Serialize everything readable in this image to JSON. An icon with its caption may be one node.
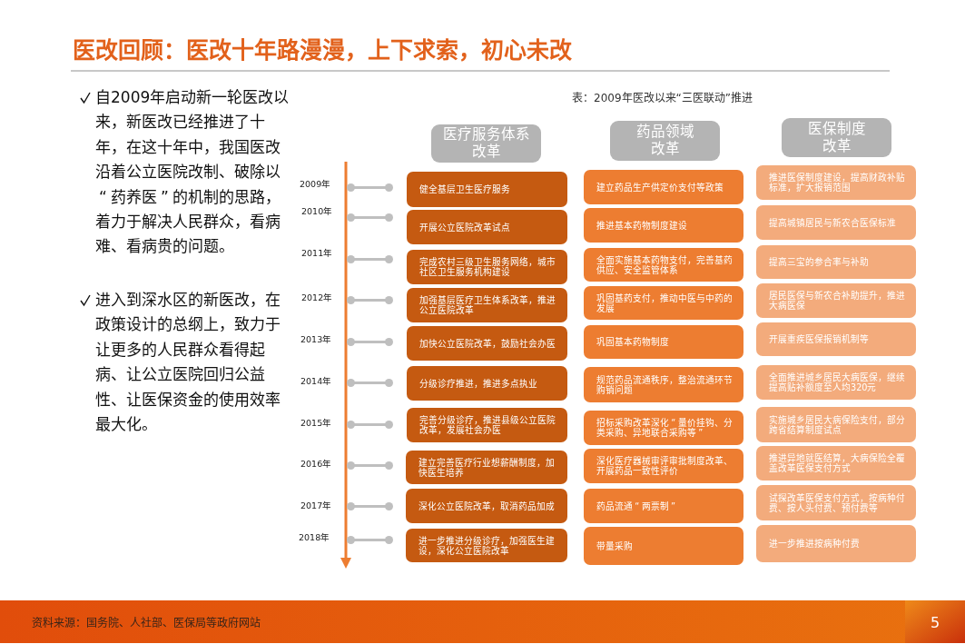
{
  "diagram": {
    "title": "医改回顾：医改十年路漫漫，上下求索，初心未改",
    "caption": "表：2009年医改以来“三医联动”推进",
    "nodes": [
      {
        "text": [
          "医疗服务体系改革"
        ]
      },
      {
        "text": [
          "药品领域改革"
        ]
      },
      {
        "text": [
          "医保制度改革"
        ]
      },
      {
        "text": [
          "健全基层卫生医疗服务"
        ]
      },
      {
        "text": [
          "建立药品生产供定价支付等政策"
        ]
      },
      {
        "text": [
          "推进医保制度建设，提高财政补贴标准，扩大报销范围"
        ]
      },
      {
        "text": [
          "开展公立医院改革试点"
        ]
      },
      {
        "text": [
          "推进基本药物制度建设"
        ]
      },
      {
        "text": [
          "提高城镇居民与新农合医保标准"
        ]
      },
      {
        "text": [
          "完成农村三级卫生服务网络，城市社区卫生服务机构建设"
        ]
      },
      {
        "text": [
          "全面实施基本药物支付，完善基药供应、安全监管体系"
        ]
      },
      {
        "text": [
          "提高三宝的参合率与补助"
        ]
      },
      {
        "text": [
          "加强基层医疗卫生体系改革，推进公立医院改革"
        ]
      },
      {
        "text": [
          "巩固基药支付，推动中医与中药的发展"
        ]
      },
      {
        "text": [
          "居民医保与新农合补助提升，推进大病医保"
        ]
      },
      {
        "text": [
          "加快公立医院改革，鼓励社会办医"
        ]
      },
      {
        "text": [
          "巩固基本药物制度"
        ]
      },
      {
        "text": [
          "开展重疾医保报销机制等"
        ]
      },
      {
        "text": [
          "分级诊疗推进，推进多点执业"
        ]
      },
      {
        "text": [
          "规范药品流通秩序，整治流通环节购销问题"
        ]
      },
      {
        "text": [
          "全面推进城乡居民大病医保，继续提高贴补额度至人均320元"
        ]
      },
      {
        "text": [
          "完善分级诊疗，推进县级公立医院改革，发展社会办医"
        ]
      },
      {
        "text": [
          "招标采购改革深化“量价挂钩、分类采购、异地联合采购等”"
        ]
      },
      {
        "text": [
          "实施城乡居民大病保险支付，部分跨省结算制度试点"
        ]
      },
      {
        "text": [
          "建立完善医疗行业想薪酬制度，加快医生培养"
        ]
      },
      {
        "text": [
          "深化医疗器械审评审批制度改革、开展药品一致性评价"
        ]
      },
      {
        "text": [
          "推进异地就医结算，大病保险全覆盖改革医保支付方式"
        ]
      },
      {
        "text": [
          "深化公立医院改革，取消药品加成"
        ]
      },
      {
        "text": [
          "药品流通“两票制”"
        ]
      },
      {
        "text": [
          "试探改革医保支付方式，按病种付费、按人头付费、预付费等"
        ]
      },
      {
        "text": [
          "进一步推进分级诊疗，加强医生建设，深化公立医院改革"
        ]
      },
      {
        "text": [
          "带量采购"
        ]
      },
      {
        "text": [
          "进一步推进按病种付费"
        ]
      }
    ],
    "labels": [
      "自2009年启动新一轮医改以来，新医改已经推进了十年，在这十年中，我国医改沿着公立医院改制、破除以“药养医”的机制的思路，着力于解决人民群众，看病难、看病贵的问题。",
      "进入到深水区的新医改，在政策设计的总纲上，致力于让更多的人民群众看得起病、让公立医院回归公益性、让医保资金的使用效率最大化。",
      "2009年",
      "2010年",
      "2011年",
      "2012年",
      "2013年",
      "2014年",
      "2015年",
      "2016年",
      "2017年",
      "2018年",
      "资料来源：国务院、人社部、医保局等政府网站",
      "5"
    ]
  }
}
